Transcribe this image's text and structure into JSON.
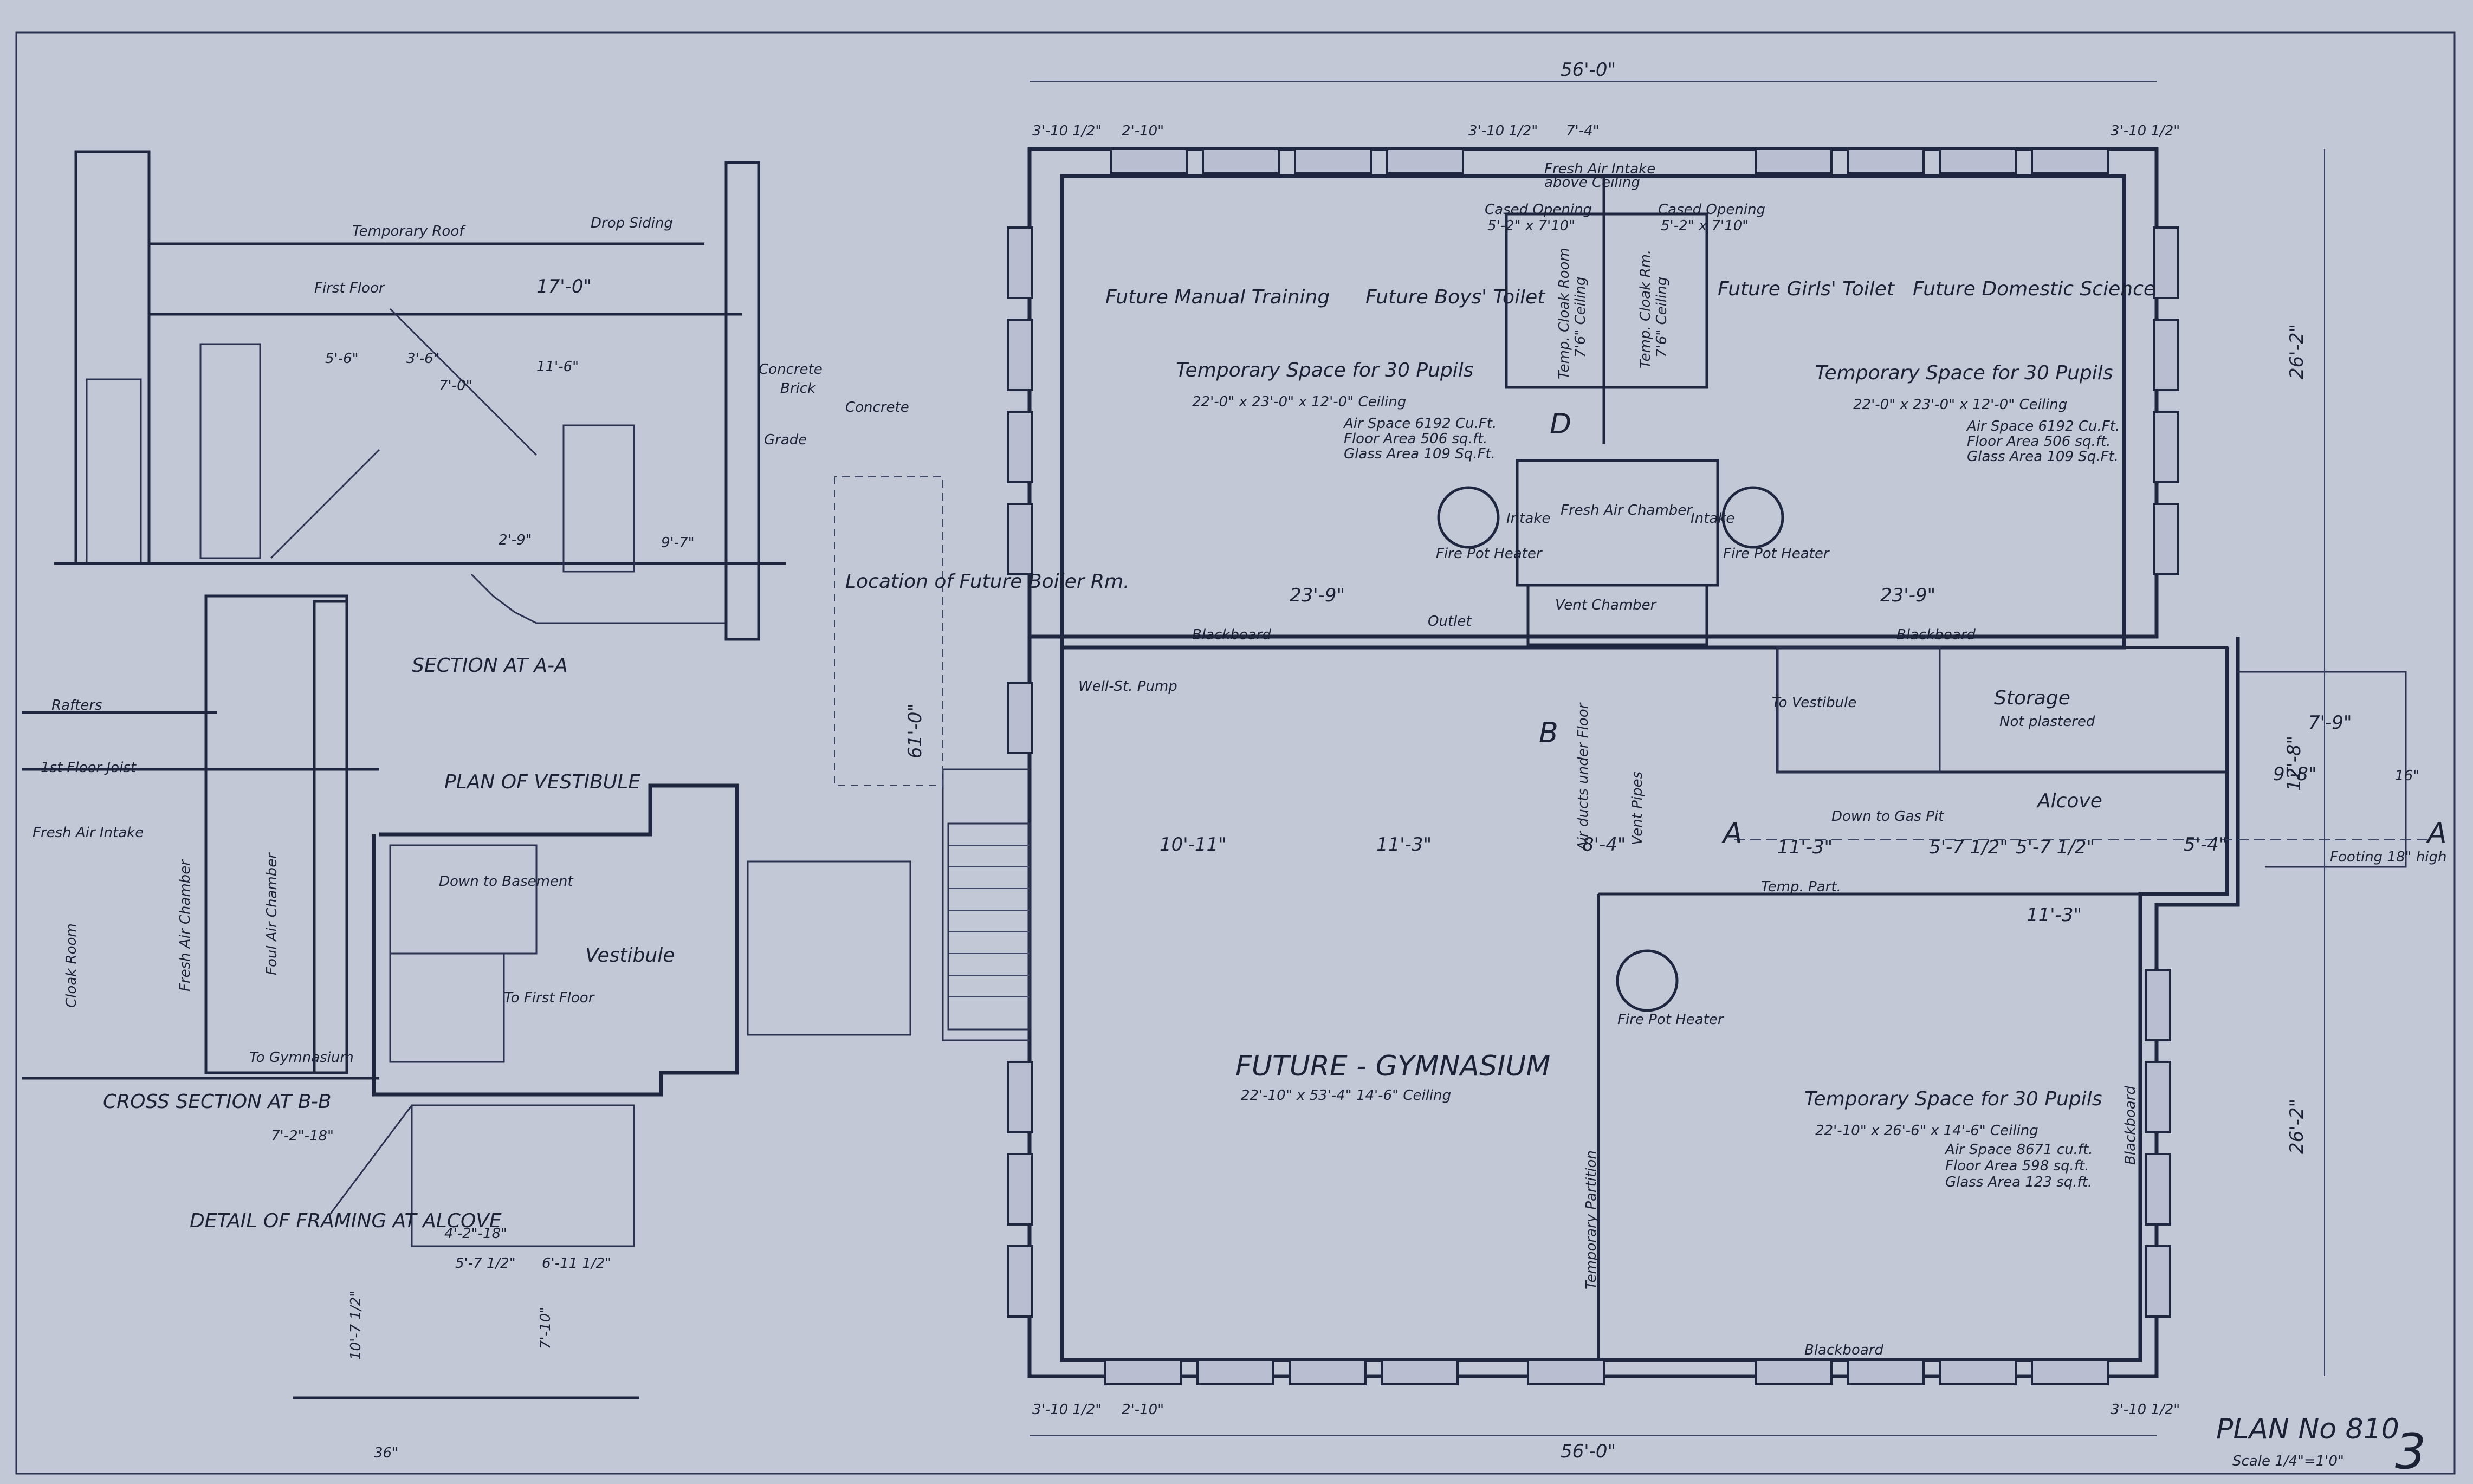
{
  "sheet": {
    "plan_number": "PLAN No 810",
    "scale": "Scale 1/4\"=1'0\"",
    "sheet_number": "3"
  },
  "plan": {
    "overall_width_top": "56'-0\"",
    "overall_width_bottom": "56'-0\"",
    "overall_depth_upper": "26'-2\"",
    "overall_depth_lower": "26'-2\"",
    "rooms": {
      "manual_training": "Future Manual Training",
      "boys_toilet": "Future Boys' Toilet",
      "girls_toilet": "Future Girls' Toilet",
      "domestic_science": "Future Domestic Science",
      "temp_space_left": "Temporary Space for 30 Pupils",
      "temp_space_left_size": "22'-0\" x 23'-0\" x 12'-0\" Ceiling",
      "temp_space_right": "Temporary Space for 30 Pupils",
      "temp_space_right_size": "22'-0\" x 23'-0\" x 12'-0\" Ceiling",
      "air_space_left": "Air Space 6192 Cu.Ft.",
      "floor_area_left": "Floor Area 506 sq.ft.",
      "glass_area_left": "Glass Area 109 Sq.Ft.",
      "air_space_right": "Air Space 6192 Cu.Ft.",
      "floor_area_right": "Floor Area 506 sq.ft.",
      "glass_area_right": "Glass Area 109 Sq.Ft.",
      "cased_opening_left": "Cased Opening",
      "cased_opening_left_size": "5'-2\" x 7'10\"",
      "cased_opening_right": "Cased Opening",
      "cased_opening_right_size": "5'-2\" x 7'10\"",
      "temp_cloak_left": "Temp. Cloak Room",
      "temp_cloak_left_ceiling": "7'6\" Ceiling",
      "temp_cloak_right": "Temp. Cloak Rm.",
      "temp_cloak_right_ceiling": "7'6\" Ceiling",
      "fresh_air_chamber": "Fresh Air Chamber",
      "fresh_air_intake": "Fresh Air Intake",
      "above_ceiling": "above Ceiling",
      "vent_chamber": "Vent Chamber",
      "heater_left": "Fire Pot Heater",
      "heater_right": "Fire Pot Heater",
      "heater_lower": "Fire Pot Heater",
      "intake_left": "Intake",
      "intake_right": "Intake",
      "blackboard_left": "Blackboard",
      "blackboard_right": "Blackboard",
      "blackboard_bottom": "Blackboard",
      "blackboard_side": "Blackboard",
      "storage": "Storage",
      "storage_note": "Not plastered",
      "alcove": "Alcove",
      "well_pump": "Well-St. Pump",
      "down_to_gas_pit": "Down to Gas Pit",
      "temp_part": "Temp. Part.",
      "temp_partition": "Temporary Partition",
      "to_vestibule": "To Vestibule",
      "gymnasium": "FUTURE - GYMNASIUM",
      "gymnasium_size": "22'-10\" x 53'-4\"   14'-6\" Ceiling",
      "temp_space_lower": "Temporary Space for 30 Pupils",
      "temp_space_lower_size": "22'-10\" x 26'-6\" x 14'-6\" Ceiling",
      "air_space_lower": "Air Space 8671 cu.ft.",
      "floor_area_lower": "Floor Area 598 sq.ft.",
      "glass_area_lower": "Glass Area 123 sq.ft.",
      "boiler_room": "Location of Future Boiler Rm.",
      "air_ducts": "Air ducts under Floor",
      "vent_pipes": "Vent Pipes",
      "outlet": "Outlet"
    },
    "dimensions": {
      "d_23_9_left": "23'-9\"",
      "d_23_9_right": "23'-9\"",
      "d_10_11": "10'-11\"",
      "d_11_3_a": "11'-3\"",
      "d_8_4": "8'-4\"",
      "d_11_3_b": "11'-3\"",
      "d_5_7": "5'-7 1/2\"",
      "d_5_7b": "5'-7 1/2\"",
      "d_5_4": "5'-4\"",
      "d_11_3_c": "11'-3\"",
      "d_12_8": "12'-8\"",
      "d_7_9": "7'-9\"",
      "d_9_8": "9'-8\"",
      "d_61_0": "61'-0\"",
      "d_16": "16\"",
      "footing": "Footing 18\" high",
      "sec_a": "A",
      "sec_b": "B",
      "sec_d": "D",
      "top_left_3_10": "3'-10 1/2\"",
      "top_mid_3_10": "3'-10 1/2\"",
      "top_right_3_10": "3'-10 1/2\"",
      "top_7_4": "7'-4\"",
      "bottom_left_3_10": "3'-10 1/2\"",
      "bottom_right_3_10": "3'-10 1/2\"",
      "win_top": "2'-10\"",
      "win_bottom": "2'-10\""
    }
  },
  "details": {
    "section_a_title": "SECTION AT A-A",
    "temporary_roof": "Temporary Roof",
    "drop_siding": "Drop Siding",
    "first_floor": "First Floor",
    "concrete": "Concrete",
    "brick": "Brick",
    "grade": "Grade",
    "s_17_0": "17'-0\"",
    "s_5_6": "5'-6\"",
    "s_3_6": "3'-6\"",
    "s_7_0": "7'-0\"",
    "s_11_6": "11'-6\"",
    "s_2_9": "2'-9\"",
    "s_9_7": "9'-7\"",
    "plan_vestibule_title": "PLAN OF VESTIBULE",
    "vestibule": "Vestibule",
    "down_to_basement": "Down to Basement",
    "to_first_floor": "To First Floor",
    "to_gymnasium": "To Gymnasium",
    "cross_section_title": "CROSS SECTION AT B-B",
    "rafters": "Rafters",
    "joists": "1st Floor Joist",
    "fresh_air_intake": "Fresh Air Intake",
    "fresh_air_chamber": "Fresh Air Chamber",
    "foul_air_chamber": "Foul Air Chamber",
    "cloak_room": "Cloak Room",
    "framing_title": "DETAIL OF FRAMING AT ALCOVE",
    "f_7_2": "7'-2\"-18\"",
    "f_4_2": "4'-2\"-18\"",
    "f_5_7": "5'-7 1/2\"",
    "f_6_11": "6'-11 1/2\"",
    "f_10_7": "10'-7 1/2\"",
    "f_7_10": "7'-10\"",
    "f_36": "36\""
  }
}
